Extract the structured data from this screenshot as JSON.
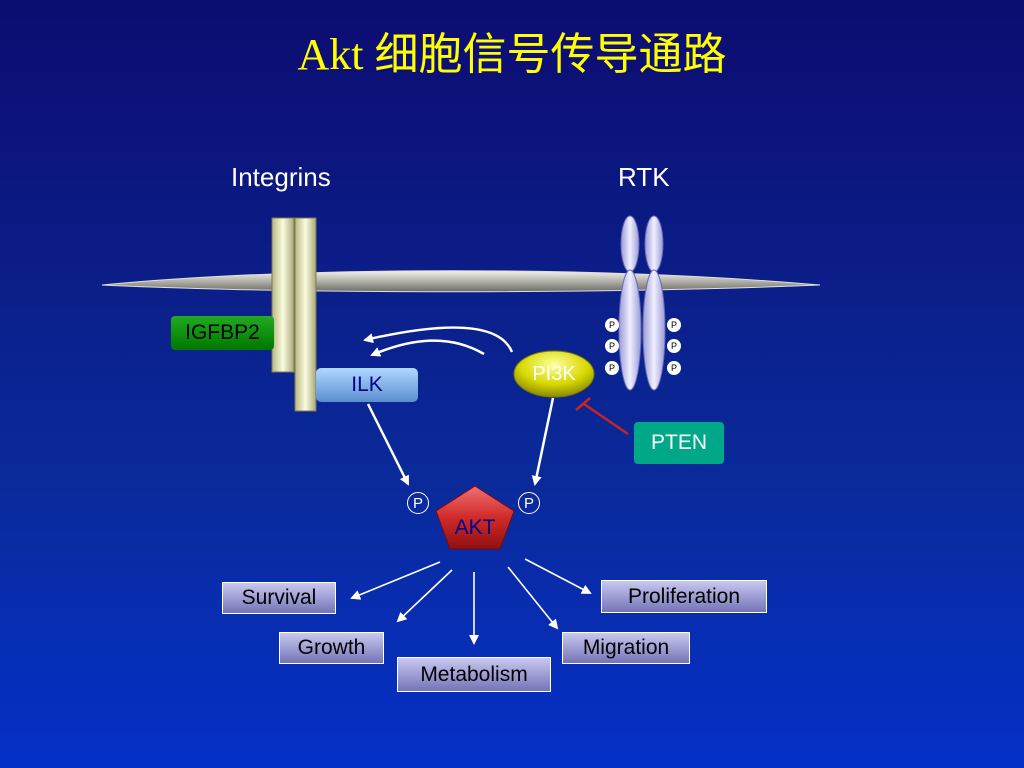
{
  "title": "Akt 细胞信号传导通路",
  "labels": {
    "integrins": "Integrins",
    "rtk": "RTK"
  },
  "nodes": {
    "igfbp2": "IGFBP2",
    "ilk": "ILK",
    "pi3k": "PI3K",
    "pten": "PTEN",
    "akt": "AKT"
  },
  "phospho": "P",
  "outcomes": {
    "survival": "Survival",
    "growth": "Growth",
    "metabolism": "Metabolism",
    "migration": "Migration",
    "proliferation": "Proliferation"
  },
  "colors": {
    "title": "#ffff00",
    "background_top": "#0c0c70",
    "background_bottom": "#0530c8",
    "igfbp2": "#119911",
    "ilk": "#7aaee0",
    "pi3k": "#d8d800",
    "pten": "#00a88a",
    "akt": "#d02a2a",
    "inhibition": "#cc2222"
  }
}
